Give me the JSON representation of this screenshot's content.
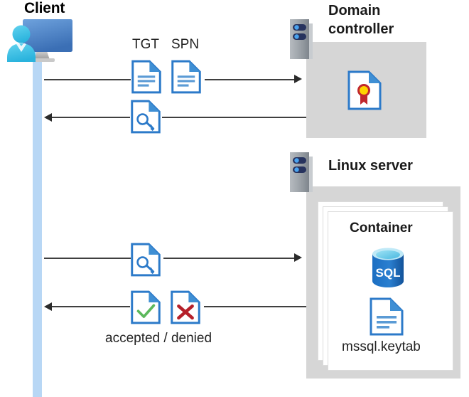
{
  "diagram": {
    "title": "Kerberos authentication flow between client, domain controller and Linux server container",
    "type": "sequence-diagram",
    "background": "#ffffff",
    "colors": {
      "accent_blue": "#2c7ac9",
      "doc_blue": "#1f78c1",
      "fold_blue": "#3f8fd4",
      "box_gray": "#d6d6d6",
      "rack_gray": "#9aa0a6",
      "rack_slot": "#27335e",
      "rack_led": "#4aa3ef",
      "lifeline_blue": "#b8d7f5",
      "check_green": "#5cb85c",
      "cross_red": "#b5202a",
      "seal_red": "#c0272d",
      "seal_yellow": "#ffd400",
      "sql_blue": "#1b6ec2",
      "arrow_dark": "#3f3f3f"
    }
  },
  "actors": {
    "client": {
      "label": "Client",
      "icon": "user-monitor-icon"
    },
    "domain_controller": {
      "label": "Domain controller",
      "icon": "server-rack-icon",
      "contents": [
        {
          "label": "",
          "icon": "certificate-document-icon"
        }
      ]
    },
    "linux_server": {
      "label": "Linux server",
      "icon": "server-rack-icon",
      "container": {
        "label": "Container",
        "stack_count": 3,
        "items": [
          {
            "label": "",
            "icon": "sql-database-icon",
            "text": "SQL"
          },
          {
            "label": "mssql.keytab",
            "icon": "document-lines-icon"
          }
        ]
      }
    }
  },
  "messages": [
    {
      "id": "msg-1",
      "direction": "right",
      "from": "client",
      "to": "domain_controller",
      "artifacts": [
        {
          "label": "TGT",
          "icon": "document-lines-icon"
        },
        {
          "label": "SPN",
          "icon": "document-lines-icon"
        }
      ]
    },
    {
      "id": "msg-2",
      "direction": "left",
      "from": "domain_controller",
      "to": "client",
      "artifacts": [
        {
          "label": "",
          "icon": "key-document-icon"
        }
      ]
    },
    {
      "id": "msg-3",
      "direction": "right",
      "from": "client",
      "to": "linux_server",
      "artifacts": [
        {
          "label": "",
          "icon": "key-document-icon"
        }
      ]
    },
    {
      "id": "msg-4",
      "direction": "left",
      "from": "linux_server",
      "to": "client",
      "caption": "accepted / denied",
      "artifacts": [
        {
          "label": "",
          "icon": "check-document-icon"
        },
        {
          "label": "",
          "icon": "cross-document-icon"
        }
      ]
    }
  ],
  "labels": {
    "client": "Client",
    "domain_controller_line1": "Domain",
    "domain_controller_line2": "controller",
    "linux_server": "Linux server",
    "container": "Container",
    "keytab_file": "mssql.keytab",
    "tgt": "TGT",
    "spn": "SPN",
    "accepted_denied": "accepted / denied",
    "sql_text": "SQL"
  }
}
